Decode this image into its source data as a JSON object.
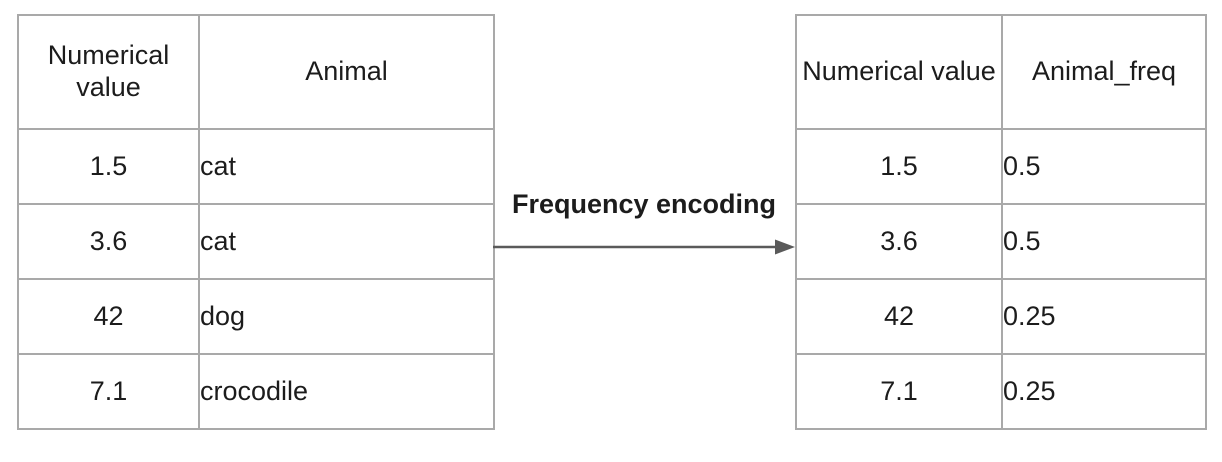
{
  "diagram": {
    "arrow": {
      "label": "Frequency encoding",
      "direction": "left-to-right"
    },
    "left_table": {
      "columns": [
        "Numerical value",
        "Animal"
      ],
      "rows": [
        [
          "1.5",
          "cat"
        ],
        [
          "3.6",
          "cat"
        ],
        [
          "42",
          "dog"
        ],
        [
          "7.1",
          "crocodile"
        ]
      ]
    },
    "right_table": {
      "columns": [
        "Numerical value",
        "Animal_freq"
      ],
      "rows": [
        [
          "1.5",
          "0.5"
        ],
        [
          "3.6",
          "0.5"
        ],
        [
          "42",
          "0.25"
        ],
        [
          "7.1",
          "0.25"
        ]
      ]
    },
    "colors": {
      "table_border": "#a9a9a9",
      "text": "#1c1c1c",
      "arrow": "#5a5a5a",
      "background": "#ffffff"
    }
  }
}
